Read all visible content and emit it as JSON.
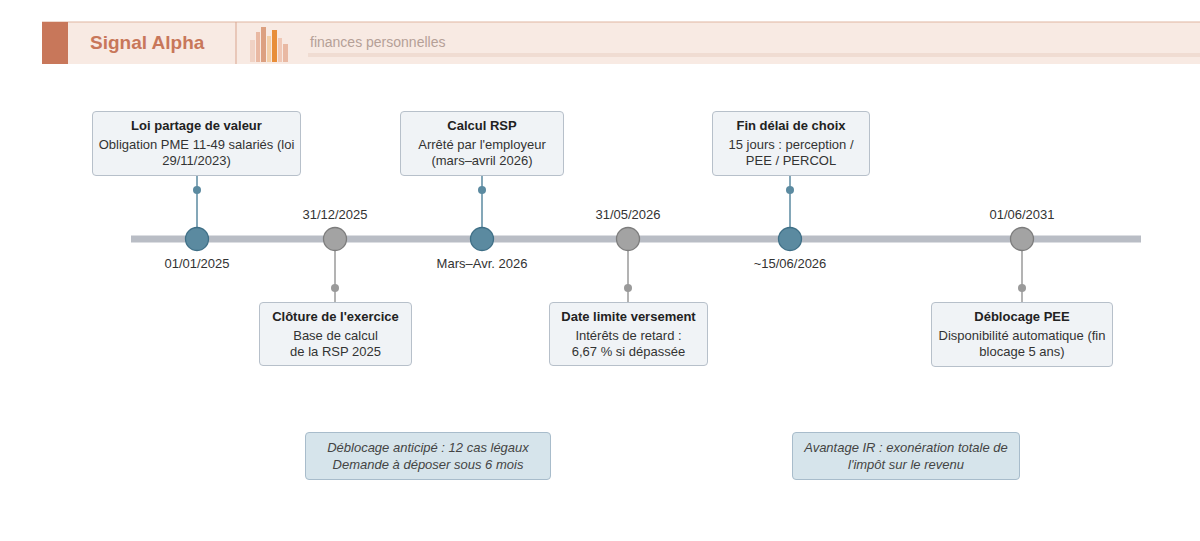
{
  "diagram": {
    "title": "Signal Alpha",
    "nodes": [
      {
        "text": [
          "Loi partage de valeur",
          "Obligation PME 11-49 salariés (loi 29/11/2023)"
        ]
      },
      {
        "text": [
          "Clôture de l'exercice",
          "Base de calcul de la RSP 2025"
        ]
      },
      {
        "text": [
          "Calcul RSP",
          "Arrêté par l'employeur (mars–avril 2026)"
        ]
      },
      {
        "text": [
          "Date limite versement",
          "Intérêts de retard : 6,67 % si dépassée"
        ]
      },
      {
        "text": [
          "Fin délai de choix",
          "15 jours : perception / PEE / PERCOL"
        ]
      },
      {
        "text": [
          "Déblocage PEE",
          "Disponibilité automatique (fin blocage 5 ans)"
        ]
      },
      {
        "text": [
          "Déblocage anticipé : 12 cas légaux Demande à déposer sous 6 mois"
        ]
      },
      {
        "text": [
          "Avantage IR : exonération totale de l'impôt sur le revenu"
        ]
      },
      {
        "text": [
          "01/01/2025"
        ]
      },
      {
        "text": [
          "31/12/2025"
        ]
      },
      {
        "text": [
          "Mars–Avr. 2026"
        ]
      },
      {
        "text": [
          "31/05/2026"
        ]
      },
      {
        "text": [
          "~15/06/2026"
        ]
      },
      {
        "text": [
          "01/06/2031"
        ]
      }
    ],
    "edges": [
      {
        "from": 0,
        "to": 8,
        "arrow": "none"
      },
      {
        "from": 1,
        "to": 9,
        "arrow": "none"
      },
      {
        "from": 2,
        "to": 10,
        "arrow": "none"
      },
      {
        "from": 3,
        "to": 11,
        "arrow": "none"
      },
      {
        "from": 4,
        "to": 12,
        "arrow": "none"
      },
      {
        "from": 5,
        "to": 13,
        "arrow": "none"
      }
    ],
    "labels": [
      "finances personnelles"
    ]
  }
}
